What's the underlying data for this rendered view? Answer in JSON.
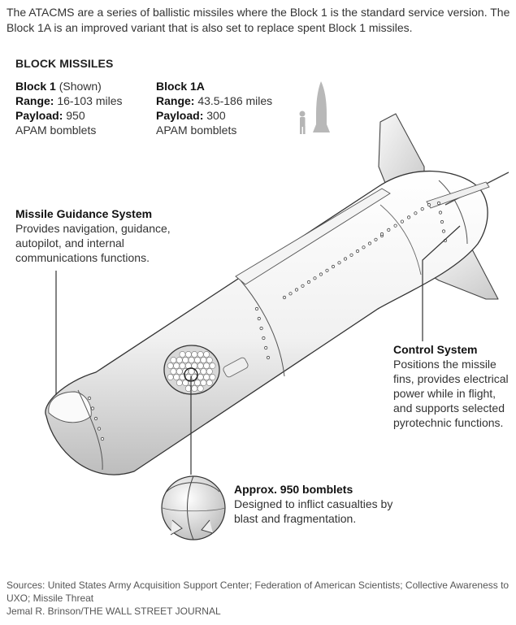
{
  "intro": "The ATACMS are a series of ballistic missiles where the Block 1 is the standard service version. The Block 1A is an improved variant that is also set to replace spent Block 1 missiles.",
  "heading": "BLOCK MISSILES",
  "block1": {
    "name": "Block 1",
    "shown": " (Shown)",
    "range_label": "Range:",
    "range_value": " 16-103 miles",
    "payload_label": "Payload:",
    "payload_value": " 950",
    "payload_note": "APAM bomblets"
  },
  "block1a": {
    "name": "Block 1A",
    "range_label": "Range:",
    "range_value": " 43.5-186 miles",
    "payload_label": "Payload:",
    "payload_value": " 300",
    "payload_note": "APAM bomblets"
  },
  "guidance": {
    "title": "Missile Guidance System",
    "text": "Provides navigation, guidance, autopilot, and internal communications functions."
  },
  "control": {
    "title": "Control System",
    "text": "Positions the missile fins, provides electrical power while in flight, and supports selected pyrotechnic functions."
  },
  "bomblets": {
    "title": "Approx. 950 bomblets",
    "text": "Designed to inflict casualties by blast and fragmentation."
  },
  "sources": "Sources: United States Army Acquisition Support Center; Federation of American Scientists; Collective Awareness to UXO; Missile Threat",
  "credit": "Jemal R. Brinson/THE WALL STREET JOURNAL"
}
